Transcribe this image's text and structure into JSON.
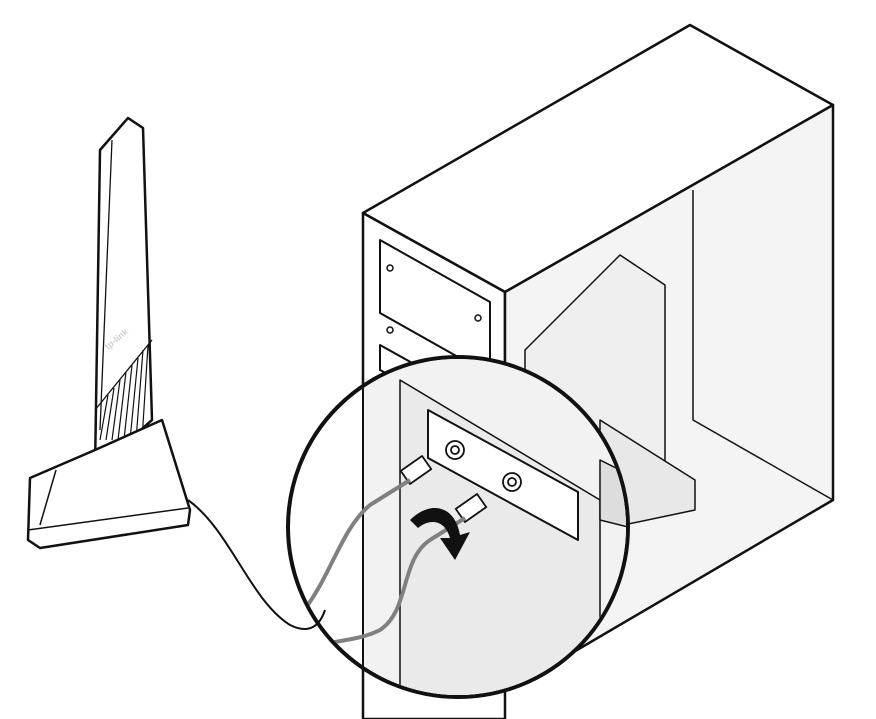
{
  "illustration": {
    "antenna": {
      "logo_text": "tp-link"
    },
    "colors": {
      "line": "#111111",
      "fill": "#ffffff",
      "case_shade": "#f2f2f2",
      "cable_gray": "#808080"
    },
    "icons": [
      "antenna-base",
      "pc-case",
      "magnifier-circle",
      "rotate-arrow-icon",
      "antenna-connector"
    ]
  }
}
